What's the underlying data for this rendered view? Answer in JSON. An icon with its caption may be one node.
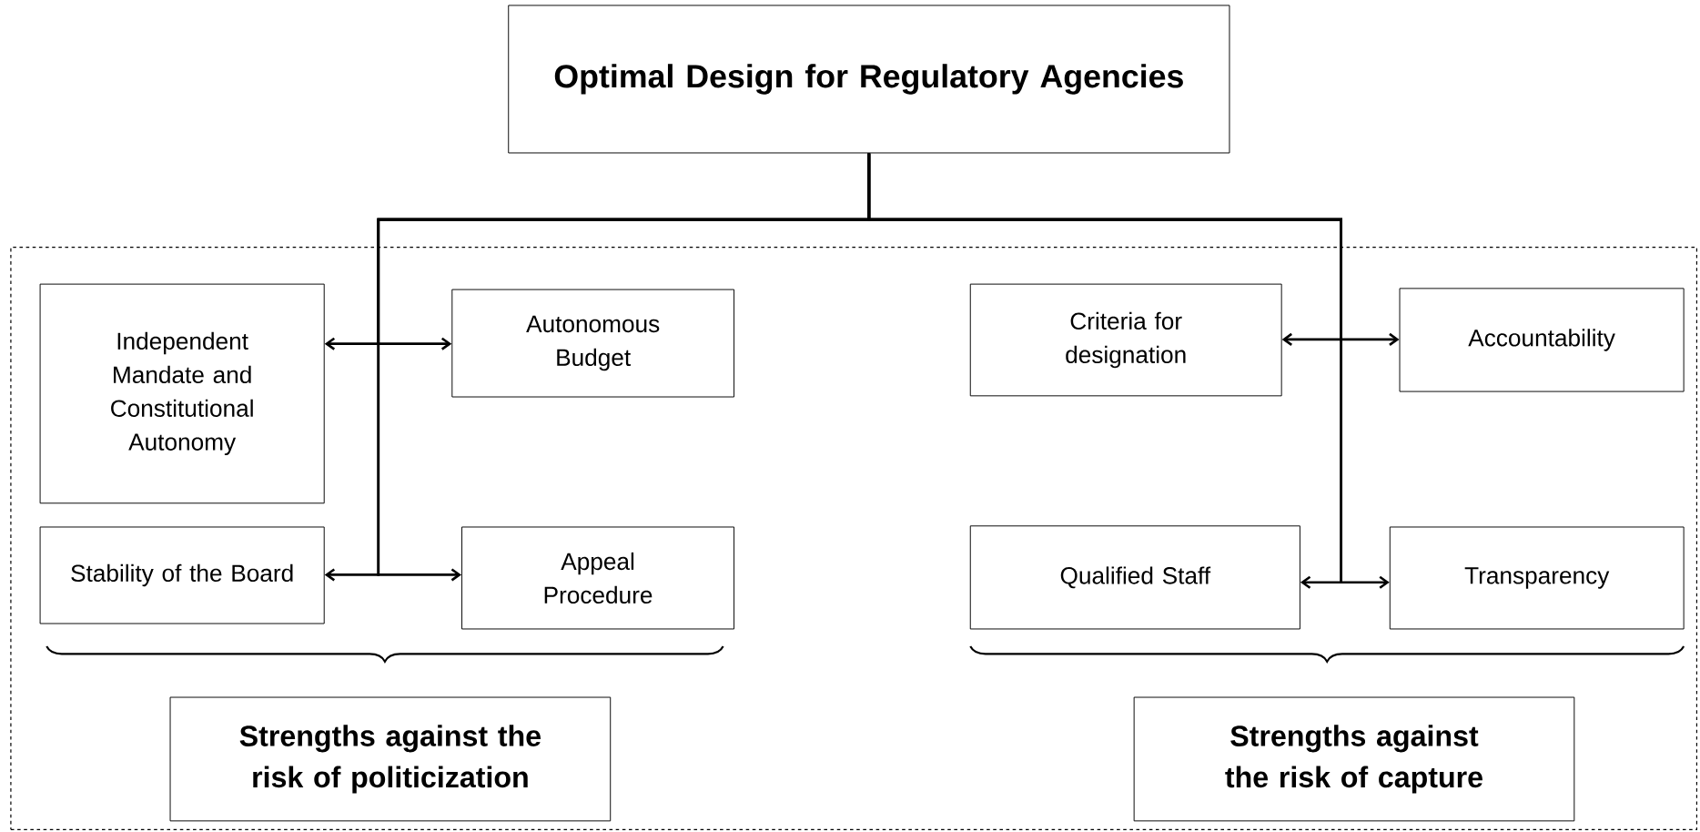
{
  "diagram": {
    "nodes": [
      {
        "text": [
          "Optimal Design for Regulatory Agencies"
        ]
      },
      {
        "text": [],
        "shape": "box"
      },
      {
        "text": [
          "Independent Mandate and Constitutional Autonomy"
        ],
        "in": 1
      },
      {
        "text": [
          "Autonomous Budget"
        ],
        "in": 1
      },
      {
        "text": [
          "Stability  of the Board"
        ],
        "in": 1
      },
      {
        "text": [
          "Appeal Procedure"
        ],
        "in": 1
      },
      {
        "text": [
          "Criteria for designation"
        ],
        "in": 1
      },
      {
        "text": [
          "Accountability"
        ],
        "in": 1
      },
      {
        "text": [
          "Qualified Staff"
        ],
        "in": 1
      },
      {
        "text": [
          "Transparency"
        ],
        "in": 1
      },
      {
        "text": [
          "Strengths against the risk of politicization"
        ],
        "in": 1
      },
      {
        "text": [
          "Strengths against the risk of capture"
        ],
        "in": 1
      }
    ],
    "edges": [
      {
        "from": 0,
        "to": 2,
        "arrow": "to"
      },
      {
        "from": 0,
        "to": 3,
        "arrow": "to"
      },
      {
        "from": 0,
        "to": 4,
        "arrow": "to"
      },
      {
        "from": 0,
        "to": 5,
        "arrow": "to"
      },
      {
        "from": 0,
        "to": 6,
        "arrow": "to"
      },
      {
        "from": 0,
        "to": 7,
        "arrow": "to"
      },
      {
        "from": 0,
        "to": 8,
        "arrow": "to"
      },
      {
        "from": 0,
        "to": 9,
        "arrow": "to"
      }
    ]
  }
}
